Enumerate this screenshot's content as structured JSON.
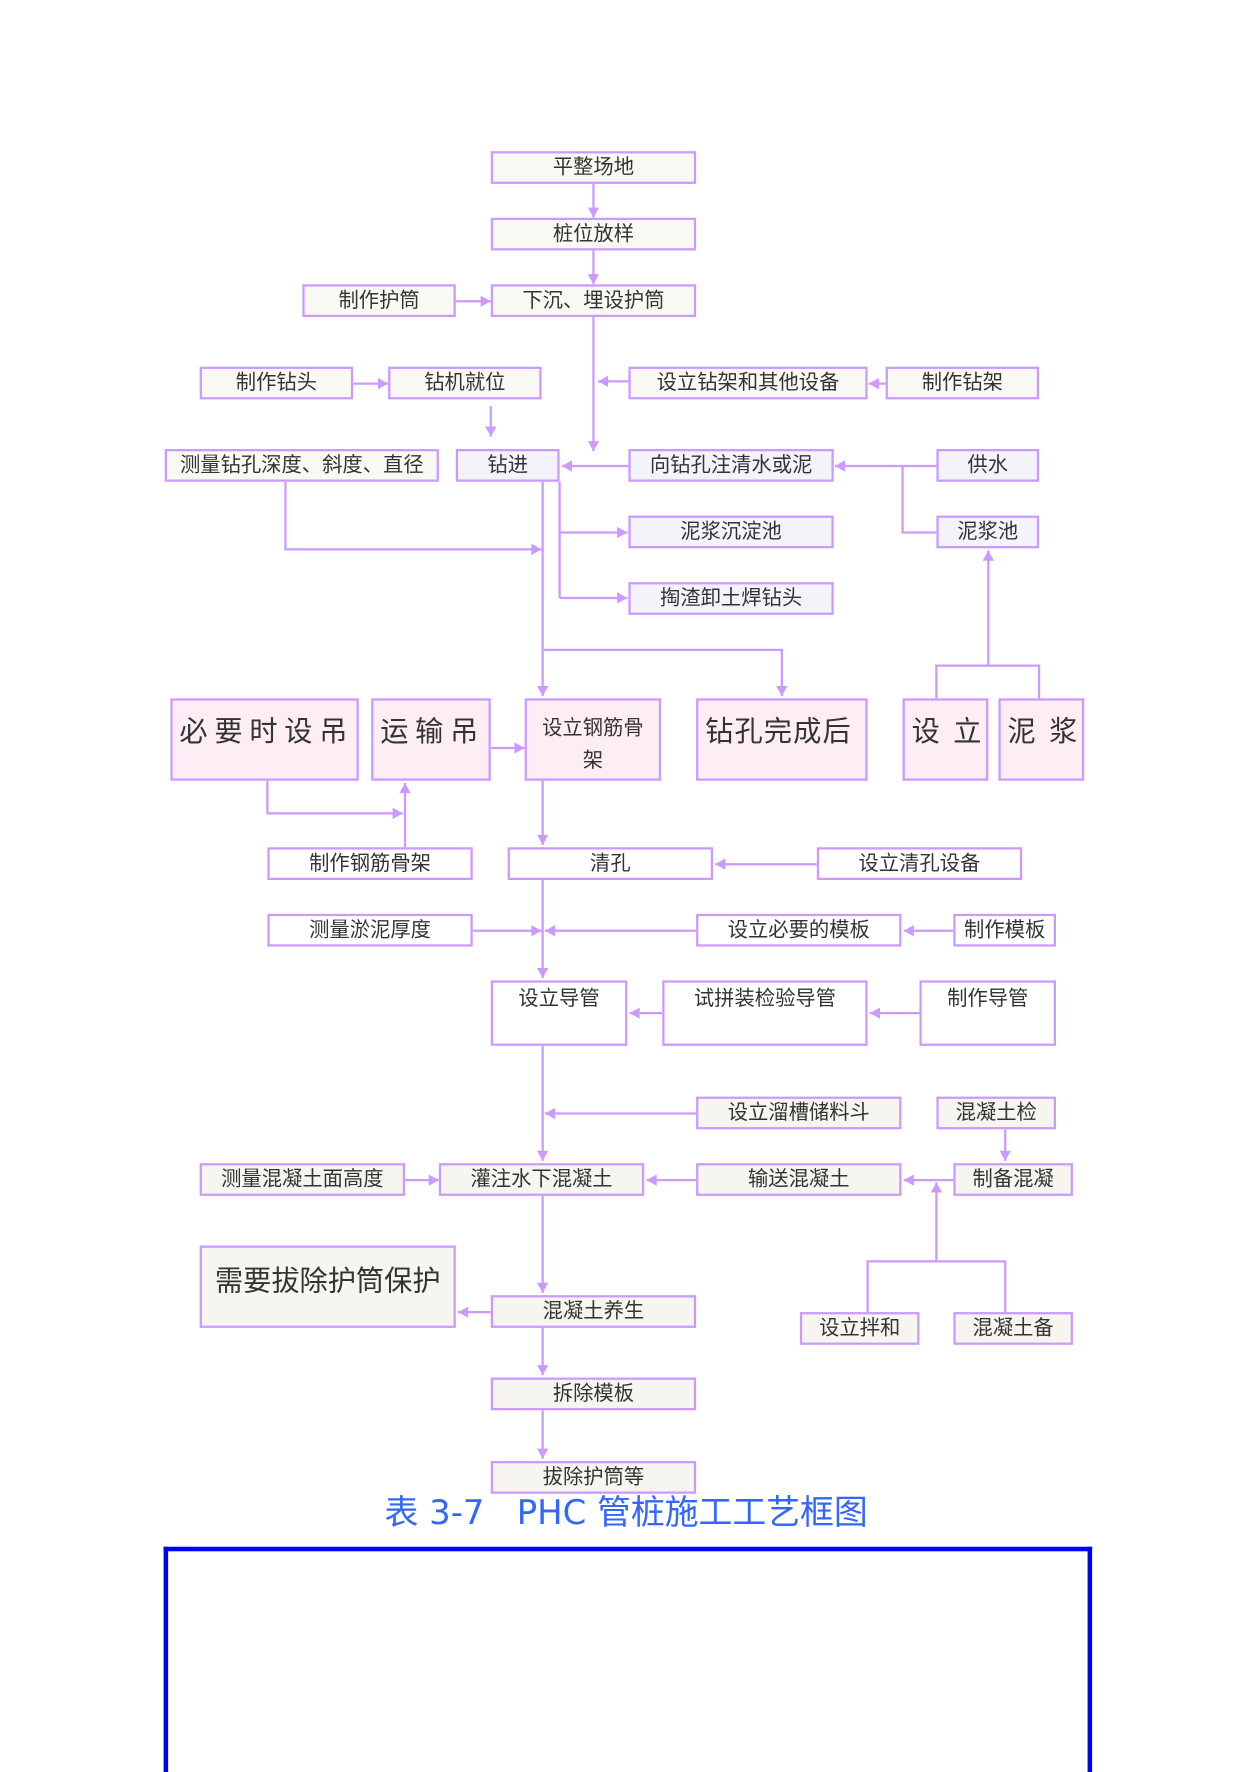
{
  "boxes": {
    "level_site": "平整场地",
    "pile_layout": "桩位放样",
    "make_casing": "制作护筒",
    "sink_casing": "下沉、埋设护筒",
    "make_bit": "制作钻头",
    "rig_position": "钻机就位",
    "setup_rig": "设立钻架和其他设备",
    "make_rig": "制作钻架",
    "measure_hole": "测量钻孔深度、斜度、直径",
    "drilling": "钻进",
    "inject_water": "向钻孔注清水或泥",
    "water_supply": "供水",
    "settling_pond": "泥浆沉淀池",
    "mud_pond": "泥浆池",
    "slag_weld": "掏渣卸土焊钻头",
    "crane_if_needed": "必要时设吊",
    "transport_crane": "运输吊",
    "setup_cage": "设立钢筋骨架",
    "after_drilling": "钻孔完成后",
    "setup": "设 立",
    "mud": "泥 浆",
    "make_cage": "制作钢筋骨架",
    "clean_hole": "清孔",
    "setup_cleaning": "设立清孔设备",
    "measure_silt": "测量淤泥厚度",
    "setup_formwork": "设立必要的模板",
    "make_formwork": "制作模板",
    "setup_tremie": "设立导管",
    "test_tremie": "试拼装检验导管",
    "make_tremie": "制作导管",
    "setup_hopper": "设立溜槽储料斗",
    "concrete_test": "混凝土检",
    "measure_concrete": "测量混凝土面高度",
    "pour_concrete": "灌注水下混凝土",
    "convey_concrete": "输送混凝土",
    "prepare_concrete": "制备混凝",
    "casing_protection": "需要拔除护筒保护",
    "curing": "混凝土养生",
    "setup_mixing": "设立拌和",
    "concrete_prep": "混凝土备",
    "remove_formwork": "拆除模板",
    "pull_casing": "拔除护筒等"
  },
  "caption": "表 3-7   PHC 管桩施工工艺框图",
  "colors": {
    "line": "#cc99ff",
    "caption": "#3366ff",
    "frame": "#0000ff"
  }
}
